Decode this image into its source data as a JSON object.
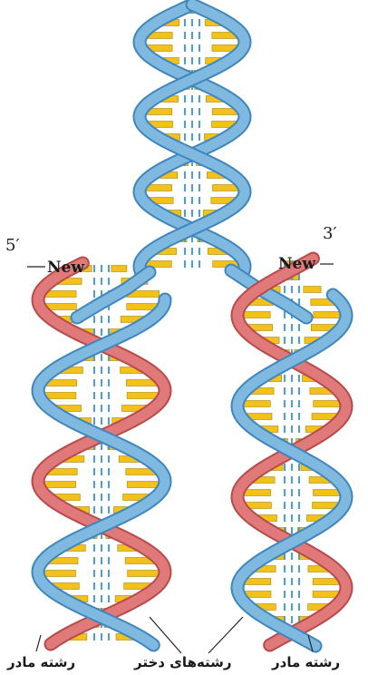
{
  "labels": {
    "end_left": "5′",
    "end_right": "3′",
    "new_left": "New",
    "new_right": "New",
    "parent_strand_left": "رشته مادر",
    "daughter_strands": "رشته‌های دختر",
    "parent_strand_right": "رشته مادر"
  },
  "colors": {
    "parent_strand": "#7fb9e0",
    "parent_strand_edge": "#3f86bd",
    "daughter_strand": "#e07a7a",
    "daughter_strand_edge": "#b84a4a",
    "base_pair_fill": "#f2c21a",
    "base_pair_edge": "#a8860c",
    "hydrogen_bond": "#4a9fd3"
  }
}
